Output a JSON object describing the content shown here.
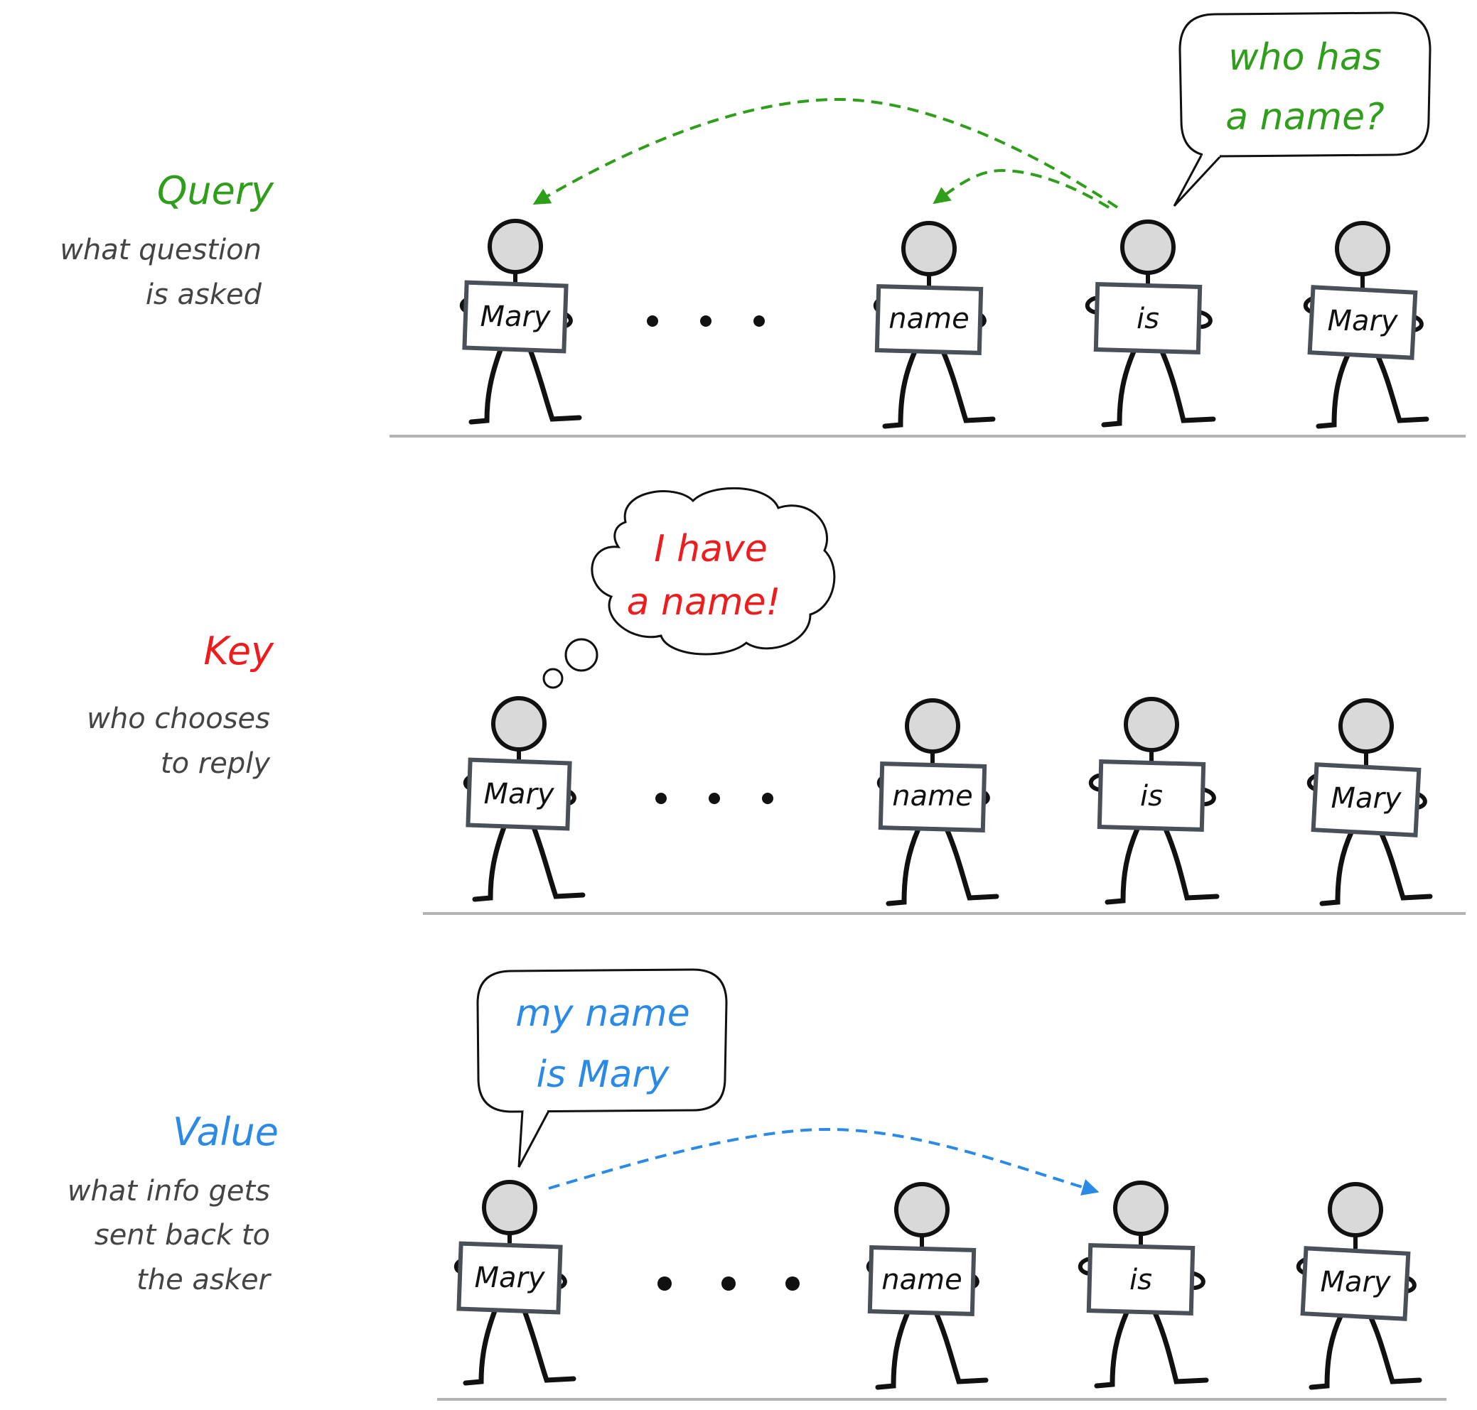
{
  "colors": {
    "query": "#2f9e1a",
    "key": "#ee1c1c",
    "value": "#2b8ae6",
    "text_gray": "#444444",
    "ground": "#b3b3b3",
    "head_fill": "#d9d9d9",
    "sign_border": "#4a5058"
  },
  "rows": [
    {
      "id": "query",
      "title": "Query",
      "desc_lines": [
        "what question",
        "is asked"
      ],
      "signs": [
        "Mary",
        "name",
        "is",
        "Mary"
      ],
      "bubble_lines": [
        "who has",
        "a name?"
      ],
      "bubble_type": "speech"
    },
    {
      "id": "key",
      "title": "Key",
      "desc_lines": [
        "who chooses",
        "to reply"
      ],
      "signs": [
        "Mary",
        "name",
        "is",
        "Mary"
      ],
      "bubble_lines": [
        "I have",
        "a name!"
      ],
      "bubble_type": "thought"
    },
    {
      "id": "value",
      "title": "Value",
      "desc_lines": [
        "what info gets",
        "sent back to",
        "the asker"
      ],
      "signs": [
        "Mary",
        "name",
        "is",
        "Mary"
      ],
      "bubble_lines": [
        "my name",
        "is Mary"
      ],
      "bubble_type": "speech"
    }
  ]
}
